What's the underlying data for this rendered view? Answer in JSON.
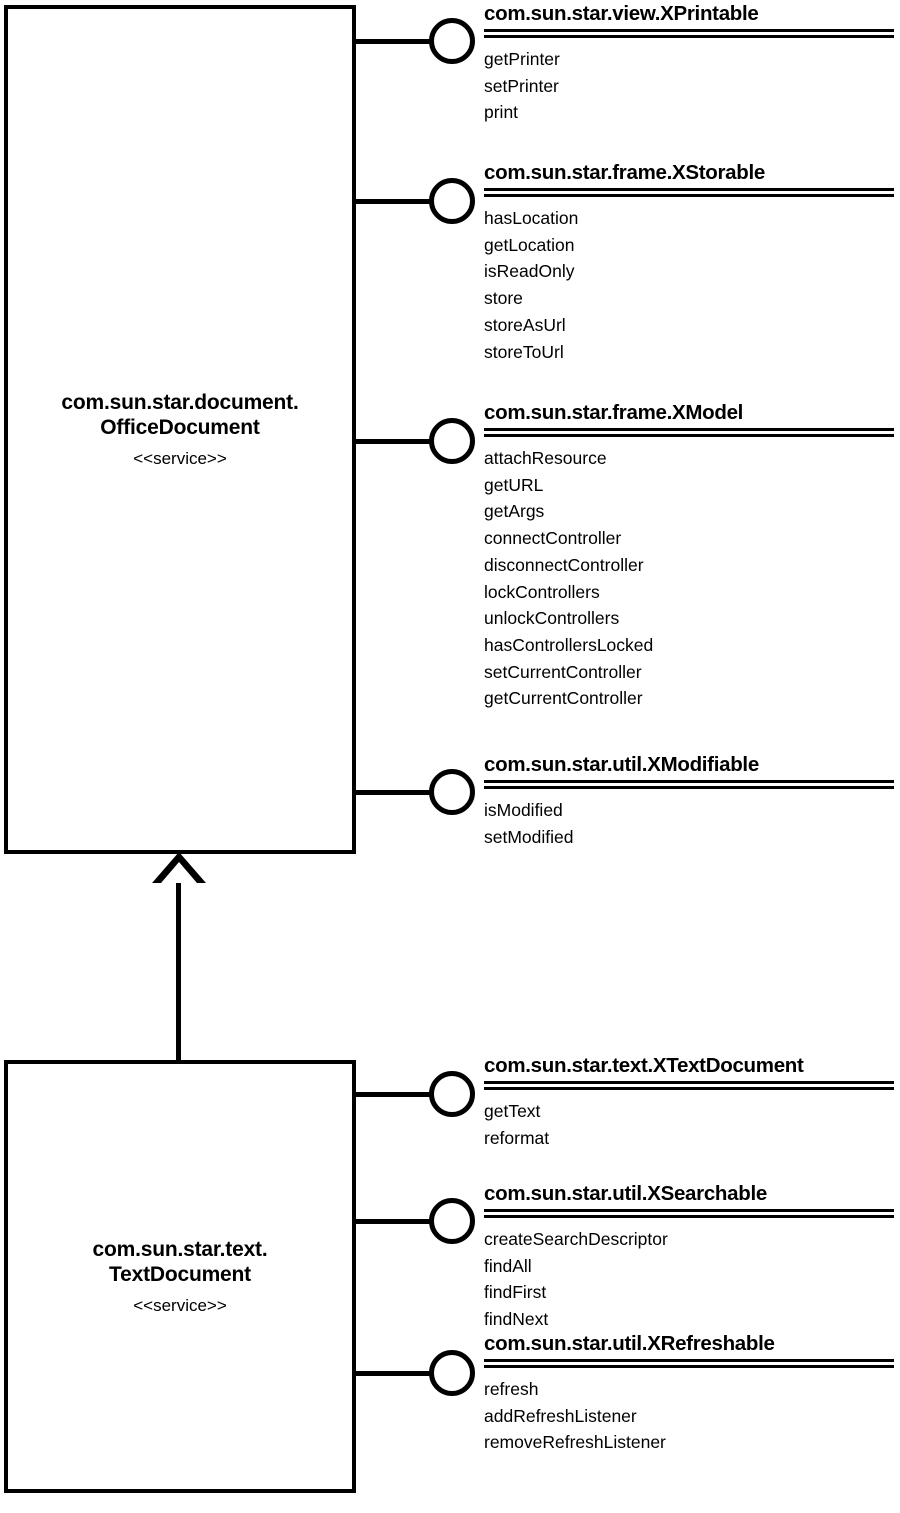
{
  "diagram": {
    "type": "uml-class-diagram",
    "notation": "lollipop-interfaces",
    "background_color": "#ffffff",
    "line_color": "#000000"
  },
  "classes": [
    {
      "id": "office-document",
      "name": "com.sun.star.document.\nOfficeDocument",
      "stereotype": "<<service>>"
    },
    {
      "id": "text-document",
      "name": "com.sun.star.text.\nTextDocument",
      "stereotype": "<<service>>"
    }
  ],
  "relationships": [
    {
      "type": "generalization",
      "from": "text-document",
      "to": "office-document"
    }
  ],
  "interfaces": [
    {
      "id": "x-printable",
      "owner": "office-document",
      "name": "com.sun.star.view.XPrintable",
      "methods": [
        "getPrinter",
        "setPrinter",
        "print"
      ]
    },
    {
      "id": "x-storable",
      "owner": "office-document",
      "name": "com.sun.star.frame.XStorable",
      "methods": [
        "hasLocation",
        "getLocation",
        "isReadOnly",
        "store",
        "storeAsUrl",
        "storeToUrl"
      ]
    },
    {
      "id": "x-model",
      "owner": "office-document",
      "name": "com.sun.star.frame.XModel",
      "methods": [
        "attachResource",
        "getURL",
        "getArgs",
        "connectController",
        "disconnectController",
        "lockControllers",
        "unlockControllers",
        "hasControllersLocked",
        "setCurrentController",
        "getCurrentController"
      ]
    },
    {
      "id": "x-modifiable",
      "owner": "office-document",
      "name": "com.sun.star.util.XModifiable",
      "methods": [
        "isModified",
        "setModified"
      ]
    },
    {
      "id": "x-text-document",
      "owner": "text-document",
      "name": "com.sun.star.text.XTextDocument",
      "methods": [
        "getText",
        "reformat"
      ]
    },
    {
      "id": "x-searchable",
      "owner": "text-document",
      "name": "com.sun.star.util.XSearchable",
      "methods": [
        "createSearchDescriptor",
        "findAll",
        "findFirst",
        "findNext"
      ]
    },
    {
      "id": "x-refreshable",
      "owner": "text-document",
      "name": "com.sun.star.util.XRefreshable",
      "methods": [
        "refresh",
        "addRefreshListener",
        "removeRefreshListener"
      ]
    }
  ]
}
